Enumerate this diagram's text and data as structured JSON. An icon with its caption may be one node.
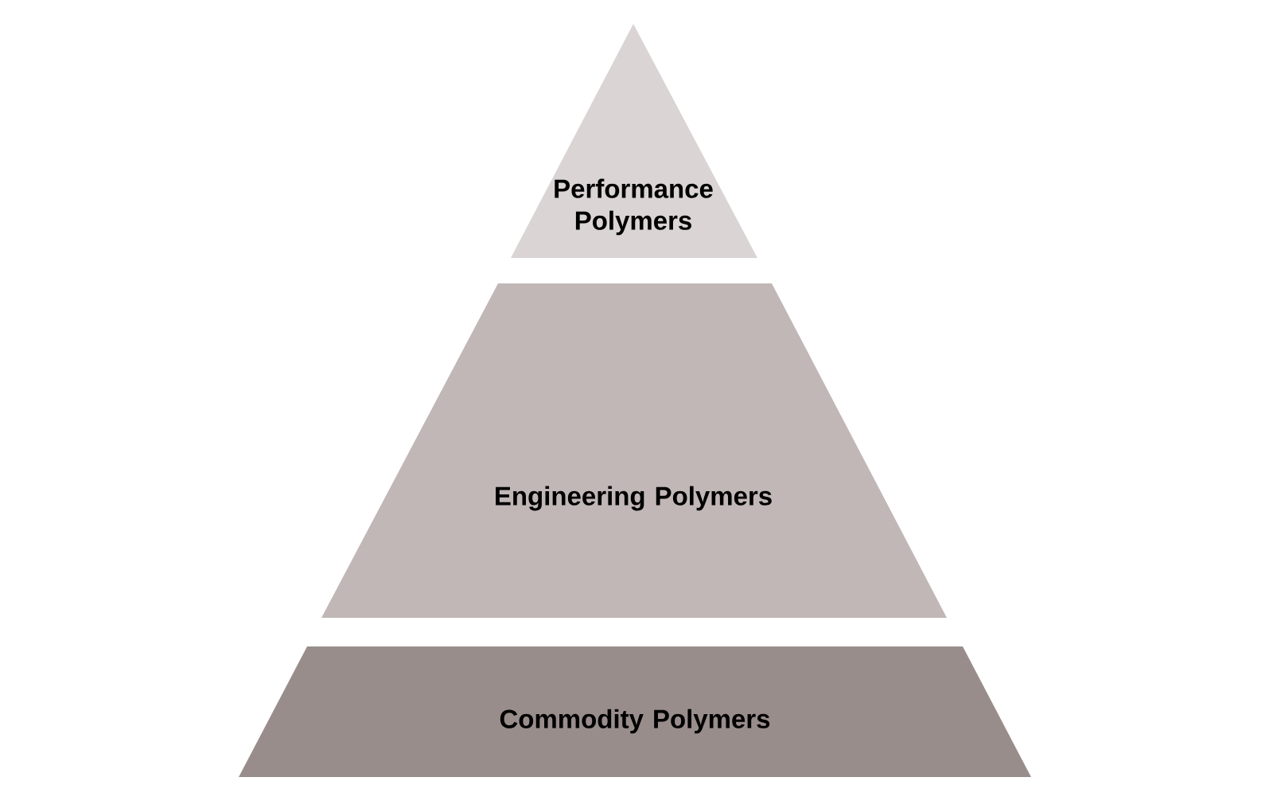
{
  "diagram": {
    "nodes": [
      {
        "text": [
          "Performance Polymers"
        ]
      },
      {
        "text": [
          "Engineering Polymers"
        ]
      },
      {
        "text": [
          "Commodity Polymers"
        ]
      }
    ]
  }
}
